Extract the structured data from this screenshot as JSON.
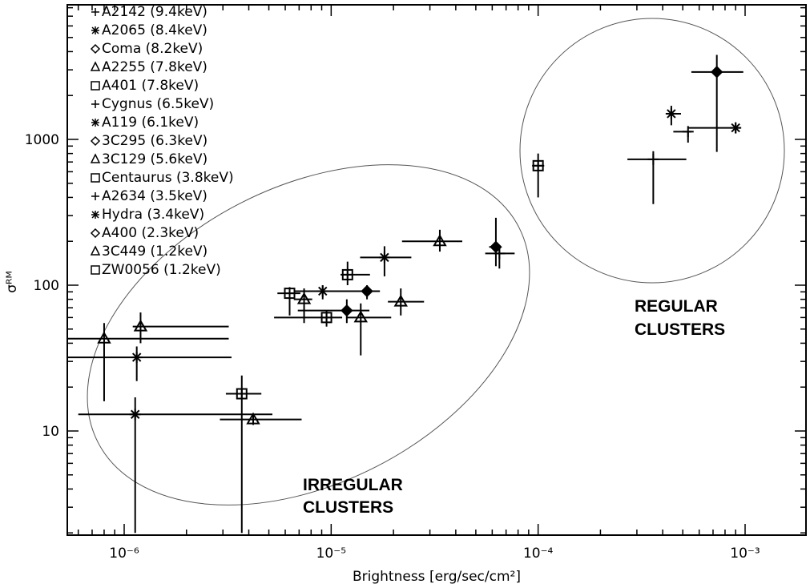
{
  "chart_data": {
    "type": "scatter",
    "title": "",
    "xlabel": "Brightness [erg/sec/cm²]",
    "ylabel": "σᴿᴹ",
    "xscale": "log",
    "yscale": "log",
    "xlim": [
      5e-07,
      0.002
    ],
    "ylim": [
      2,
      8000
    ],
    "xticks": [
      1e-06,
      1e-05,
      0.0001,
      0.001
    ],
    "xtick_labels": [
      "10⁻⁶",
      "10⁻⁵",
      "10⁻⁴",
      "10⁻³"
    ],
    "yticks": [
      10,
      100,
      1000
    ],
    "ytick_labels": [
      "10",
      "100",
      "1000"
    ],
    "grid": false,
    "legend_position": "top-left",
    "legend": [
      {
        "label": "A2142 (9.4keV)",
        "marker": "plus"
      },
      {
        "label": "A2065 (8.4keV)",
        "marker": "asterisk"
      },
      {
        "label": "Coma (8.2keV)",
        "marker": "diamond"
      },
      {
        "label": "A2255 (7.8keV)",
        "marker": "triangle"
      },
      {
        "label": "A401 (7.8keV)",
        "marker": "square"
      },
      {
        "label": "Cygnus (6.5keV)",
        "marker": "plus"
      },
      {
        "label": "A119 (6.1keV)",
        "marker": "asterisk"
      },
      {
        "label": "3C295 (6.3keV)",
        "marker": "diamond"
      },
      {
        "label": "3C129 (5.6keV)",
        "marker": "triangle"
      },
      {
        "label": "Centaurus (3.8keV)",
        "marker": "square"
      },
      {
        "label": "A2634 (3.5keV)",
        "marker": "plus"
      },
      {
        "label": "Hydra (3.4keV)",
        "marker": "asterisk"
      },
      {
        "label": "A400 (2.3keV)",
        "marker": "diamond"
      },
      {
        "label": "3C449 (1.2keV)",
        "marker": "triangle"
      },
      {
        "label": "ZW0056 (1.2keV)",
        "marker": "square"
      }
    ],
    "points": [
      {
        "x": 0.00073,
        "y": 2900,
        "xerr": [
          0.00055,
          0.00098
        ],
        "yerr": [
          820,
          3800
        ],
        "marker": "diamond-filled"
      },
      {
        "x": 0.00044,
        "y": 1500,
        "xerr": [
          0.00042,
          0.00049
        ],
        "yerr": [
          1250,
          1700
        ],
        "marker": "asterisk"
      },
      {
        "x": 0.0009,
        "y": 1200,
        "xerr": [
          0.00053,
          0.00095
        ],
        "yerr": [
          1100,
          1300
        ],
        "marker": "asterisk"
      },
      {
        "x": 0.00053,
        "y": 1130,
        "xerr": [
          0.00045,
          0.00055
        ],
        "yerr": [
          950,
          1130
        ],
        "marker": "plus"
      },
      {
        "x": 0.0001,
        "y": 660,
        "xerr": [
          9.35e-05,
          0.000107
        ],
        "yerr": [
          400,
          800
        ],
        "marker": "square-plus"
      },
      {
        "x": 0.00036,
        "y": 730,
        "xerr": [
          0.00027,
          0.00052
        ],
        "yerr": [
          360,
          830
        ],
        "marker": "plus"
      },
      {
        "x": 3.35e-05,
        "y": 200,
        "xerr": [
          2.2e-05,
          4.3e-05
        ],
        "yerr": [
          170,
          240
        ],
        "marker": "triangle"
      },
      {
        "x": 6.25e-05,
        "y": 183,
        "xerr": [
          5.8e-05,
          6.6e-05
        ],
        "yerr": [
          135,
          290
        ],
        "marker": "diamond-filled"
      },
      {
        "x": 6.5e-05,
        "y": 165,
        "xerr": [
          5.55e-05,
          7.7e-05
        ],
        "yerr": [
          130,
          185
        ],
        "marker": "plus"
      },
      {
        "x": 1.81e-05,
        "y": 155,
        "xerr": [
          1.38e-05,
          2.44e-05
        ],
        "yerr": [
          115,
          185
        ],
        "marker": "asterisk"
      },
      {
        "x": 1.2e-05,
        "y": 118,
        "xerr": [
          1.11e-05,
          1.54e-05
        ],
        "yerr": [
          100,
          145
        ],
        "marker": "square-plus"
      },
      {
        "x": 6.3e-06,
        "y": 88,
        "xerr": [
          5.5e-06,
          7.1e-06
        ],
        "yerr": [
          62,
          97
        ],
        "marker": "square-plus"
      },
      {
        "x": 9.1e-06,
        "y": 91,
        "xerr": [
          6.7e-06,
          1.28e-05
        ],
        "yerr": [
          80,
          100
        ],
        "marker": "asterisk"
      },
      {
        "x": 1.49e-05,
        "y": 91,
        "xerr": [
          8.4e-06,
          1.72e-05
        ],
        "yerr": [
          80,
          100
        ],
        "marker": "diamond-filled"
      },
      {
        "x": 7.4e-06,
        "y": 80,
        "xerr": [
          6.6e-06,
          8.1e-06
        ],
        "yerr": [
          55,
          95
        ],
        "marker": "triangle"
      },
      {
        "x": 2.17e-05,
        "y": 77,
        "xerr": [
          1.88e-05,
          2.81e-05
        ],
        "yerr": [
          62,
          95
        ],
        "marker": "triangle"
      },
      {
        "x": 1.19e-05,
        "y": 67,
        "xerr": [
          6.9e-06,
          1.53e-05
        ],
        "yerr": [
          55,
          80
        ],
        "marker": "diamond-filled"
      },
      {
        "x": 9.5e-06,
        "y": 60,
        "xerr": [
          5.3e-06,
          1.13e-05
        ],
        "yerr": [
          52,
          67
        ],
        "marker": "square-plus"
      },
      {
        "x": 1.39e-05,
        "y": 60,
        "xerr": [
          1.18e-05,
          1.95e-05
        ],
        "yerr": [
          33,
          75
        ],
        "marker": "triangle"
      },
      {
        "x": 1.2e-06,
        "y": 52,
        "xerr": [
          1.1e-06,
          3.2e-06
        ],
        "yerr": [
          40,
          65
        ],
        "marker": "triangle"
      },
      {
        "x": 8e-07,
        "y": 43,
        "xerr": [
          5e-07,
          3.2e-06
        ],
        "yerr": [
          16,
          55
        ],
        "marker": "triangle"
      },
      {
        "x": 1.15e-06,
        "y": 32,
        "xerr": [
          5e-07,
          3.3e-06
        ],
        "yerr": [
          22,
          38
        ],
        "marker": "asterisk"
      },
      {
        "x": 3.7e-06,
        "y": 18,
        "xerr": [
          3.1e-06,
          4.6e-06
        ],
        "yerr": [
          2,
          24
        ],
        "marker": "square-plus"
      },
      {
        "x": 1.13e-06,
        "y": 13,
        "xerr": [
          6e-07,
          5.2e-06
        ],
        "yerr": [
          2,
          17
        ],
        "marker": "asterisk"
      },
      {
        "x": 4.2e-06,
        "y": 12,
        "xerr": [
          2.9e-06,
          7.2e-06
        ],
        "yerr": [
          11,
          13
        ],
        "marker": "triangle"
      }
    ],
    "annotations": [
      {
        "text_lines": [
          "REGULAR",
          "CLUSTERS"
        ],
        "group": "regular"
      },
      {
        "text_lines": [
          "IRREGULAR",
          "CLUSTERS"
        ],
        "group": "irregular"
      }
    ]
  }
}
